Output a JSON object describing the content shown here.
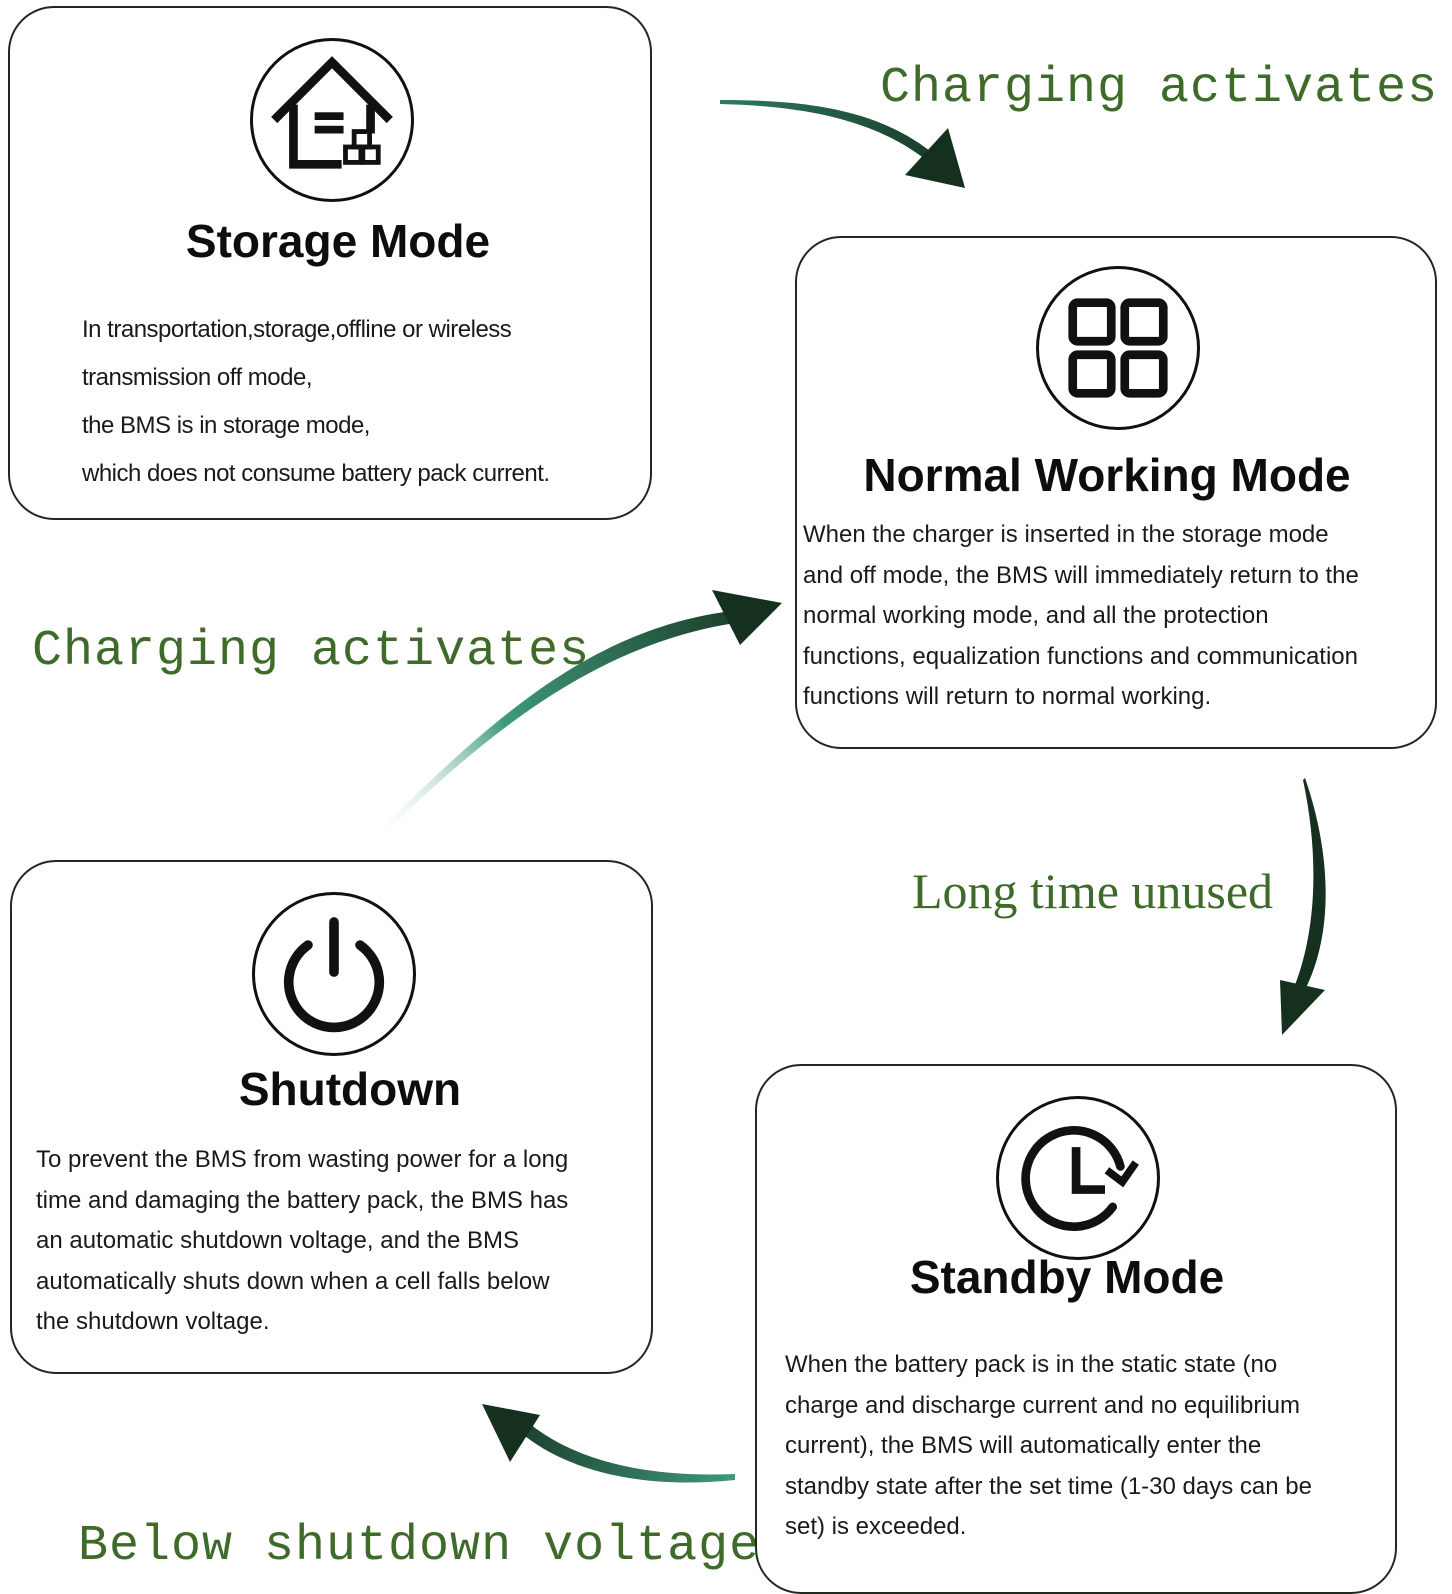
{
  "colors": {
    "arrow": "#16301f",
    "arrow_accent": "#3f9a7a",
    "label": "#3f6b2a",
    "border": "#1e2a1e"
  },
  "storage": {
    "icon": "house-boxes-icon",
    "title": "Storage Mode",
    "lines": [
      "In transportation,storage,offline or wireless",
      "transmission off mode,",
      "the BMS is in storage mode,",
      "which does not consume battery pack current."
    ]
  },
  "normal": {
    "icon": "grid-four-squares-icon",
    "title": "Normal Working Mode",
    "lines": [
      "When the charger is inserted in the storage mode",
      "and off mode, the BMS will immediately return to the",
      "normal working mode, and all the protection",
      "functions, equalization functions and communication",
      "functions will return to normal working."
    ]
  },
  "shutdown": {
    "icon": "power-icon",
    "title": "Shutdown",
    "lines": [
      "To prevent the BMS from wasting power for a long",
      "time and damaging the battery pack, the BMS has",
      "an automatic shutdown voltage, and the BMS",
      "automatically shuts down when a cell falls below",
      "the shutdown voltage."
    ]
  },
  "standby": {
    "icon": "clock-refresh-icon",
    "title": "Standby Mode",
    "lines": [
      "When the battery pack is in the static state (no",
      "charge and discharge current and no equilibrium",
      "current), the BMS will automatically enter the",
      "standby state after the set time (1-30 days can be",
      "set) is exceeded."
    ]
  },
  "transitions": {
    "storage_to_normal": "Charging activates",
    "shutdown_to_normal": "Charging activates",
    "normal_to_standby": "Long time unused",
    "standby_to_shutdown": "Below shutdown voltage"
  }
}
